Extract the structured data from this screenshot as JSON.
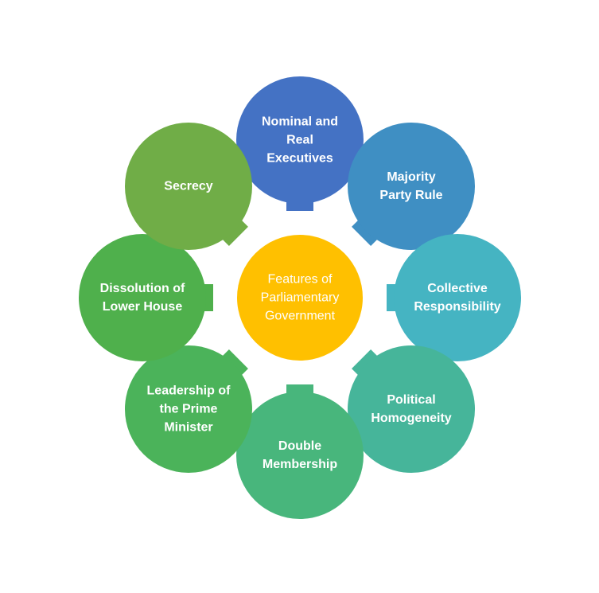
{
  "center": {
    "lines": [
      "Features of",
      "Parliamentary",
      "Government"
    ],
    "color": "#FFC000"
  },
  "nodes": [
    {
      "id": "nominal-and-real-executives",
      "lines": [
        "Nominal and",
        "Real",
        "Executives"
      ],
      "color": "#4472C4"
    },
    {
      "id": "majority-party-rule",
      "lines": [
        "Majority",
        "Party Rule"
      ],
      "color": "#3F8FC3"
    },
    {
      "id": "collective-responsibility",
      "lines": [
        "Collective",
        "Responsibility"
      ],
      "color": "#45B4C2"
    },
    {
      "id": "political-homogeneity",
      "lines": [
        "Political",
        "Homogeneity"
      ],
      "color": "#46B59A"
    },
    {
      "id": "double-membership",
      "lines": [
        "Double",
        "Membership"
      ],
      "color": "#48B67C"
    },
    {
      "id": "leadership-of-the-prime-minister",
      "lines": [
        "Leadership of",
        "the Prime",
        "Minister"
      ],
      "color": "#4BB35A"
    },
    {
      "id": "dissolution-of-lower-house",
      "lines": [
        "Dissolution of",
        "Lower House"
      ],
      "color": "#4FB04C"
    },
    {
      "id": "secrecy",
      "lines": [
        "Secrecy"
      ],
      "color": "#70AD47"
    }
  ],
  "arrow_colors": [
    "#4472C4",
    "#3F8FC3",
    "#45B4C2",
    "#46B59A",
    "#48B67C",
    "#4BB35A",
    "#4FB04C",
    "#70AD47"
  ]
}
